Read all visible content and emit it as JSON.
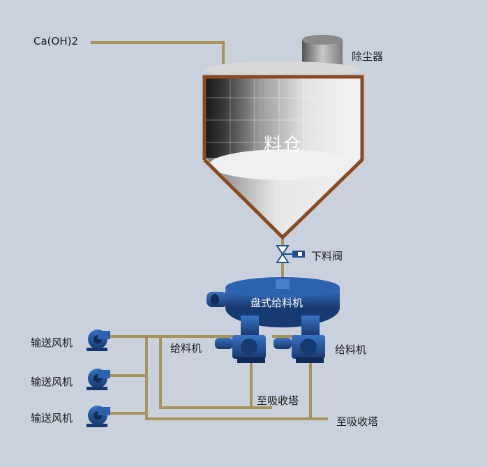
{
  "diagram": {
    "chemical_input": "Ca(OH)2",
    "dust_collector": "除尘器",
    "silo": "料仓",
    "discharge_valve": "下料阀",
    "disc_feeder": "盘式给料机",
    "feeder_left": "给料机",
    "feeder_right": "给料机",
    "blowers": [
      "输送风机",
      "输送风机",
      "输送风机"
    ],
    "to_tower_1": "至吸收塔",
    "to_tower_2": "至吸收塔"
  },
  "colors": {
    "background": "#c9d1dd",
    "pipe": "#a8945a",
    "silo_frame": "#8a4a20",
    "equipment_blue": "#1f4e93"
  }
}
